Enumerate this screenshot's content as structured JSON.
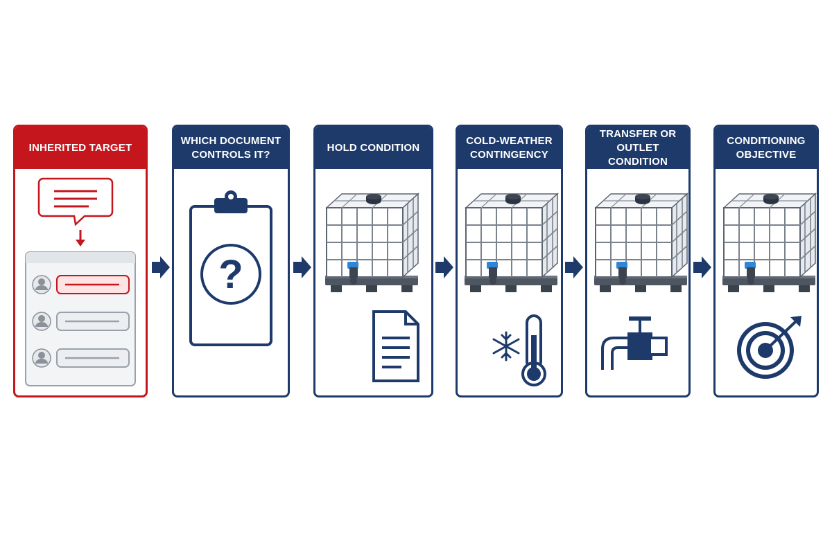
{
  "steps": [
    {
      "title": "INHERITED TARGET",
      "accent": "#c4161c",
      "icon": "chat-interface-icon"
    },
    {
      "title": "WHICH DOCUMENT\nCONTROLS IT?",
      "accent": "#1d3a6b",
      "icon": "clipboard-question-icon"
    },
    {
      "title": "HOLD CONDITION",
      "accent": "#1d3a6b",
      "icon": "ibc-tote-document-icon"
    },
    {
      "title": "COLD-WEATHER\nCONTINGENCY",
      "accent": "#1d3a6b",
      "icon": "ibc-tote-snowflake-thermometer-icon"
    },
    {
      "title": "TRANSFER OR\nOUTLET CONDITION",
      "accent": "#1d3a6b",
      "icon": "ibc-tote-pipe-valve-icon"
    },
    {
      "title": "CONDITIONING\nOBJECTIVE",
      "accent": "#1d3a6b",
      "icon": "ibc-tote-target-icon"
    }
  ],
  "colors": {
    "navy": "#1d3a6b",
    "red": "#c4161c",
    "valve_blue": "#2f86d6"
  }
}
